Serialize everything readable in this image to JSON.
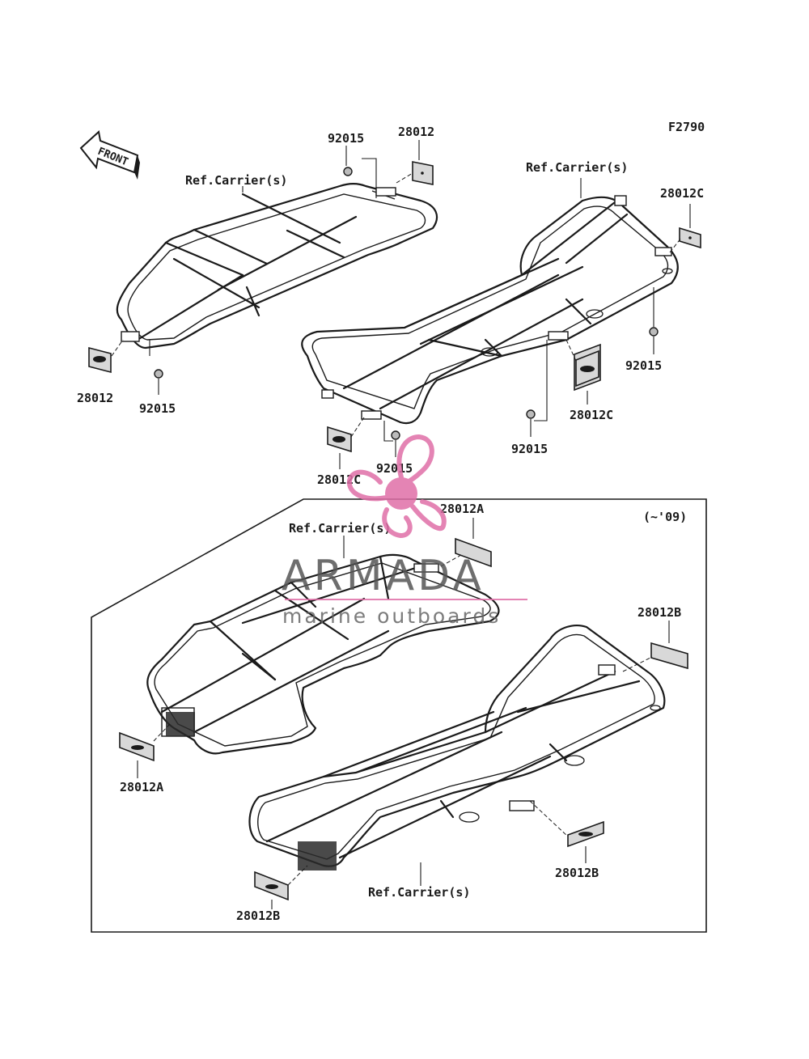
{
  "diagram": {
    "figure_code": "F2790",
    "front_arrow_label": "FRONT",
    "variant_note": "(~'09)",
    "ref_carrier_1": "Ref.Carrier(s)",
    "ref_carrier_2": "Ref.Carrier(s)",
    "ref_carrier_3": "Ref.Carrier(s)",
    "ref_carrier_4": "Ref.Carrier(s)",
    "parts": {
      "p28012_top": "28012",
      "p28012_left": "28012",
      "p92015_top": "92015",
      "p92015_left": "92015",
      "p28012C_right": "28012C",
      "p92015_right": "92015",
      "p28012C_mid": "28012C",
      "p92015_mid": "92015",
      "p28012C_bottom": "28012C",
      "p92015_bottom": "92015",
      "p28012A_top": "28012A",
      "p28012A_left": "28012A",
      "p28012B_right": "28012B",
      "p28012B_mid": "28012B",
      "p28012B_bottom": "28012B"
    }
  },
  "watermark": {
    "brand": "ARMADA",
    "tagline": "marine outboards",
    "accent_color": "#e06fa8"
  }
}
